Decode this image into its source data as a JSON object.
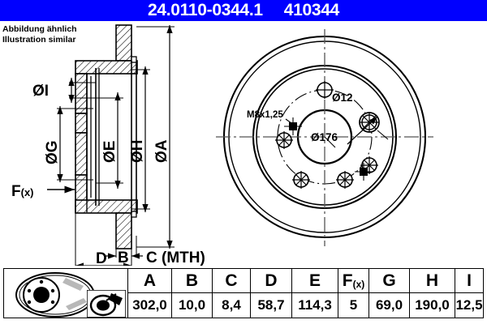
{
  "header": {
    "part_number": "24.0110-0344.1",
    "article_number": "410344",
    "background_color": "#0000FF",
    "text_color": "#FFFFFF"
  },
  "drawing": {
    "note_de": "Abbildung ähnlich",
    "note_en": "Illustration similar",
    "section_view": {
      "name": "cross-section-view",
      "dimension_labels": [
        {
          "id": "I",
          "text": "ØI",
          "orientation": "horizontal"
        },
        {
          "id": "G",
          "text": "ØG",
          "orientation": "vertical"
        },
        {
          "id": "E",
          "text": "ØE",
          "orientation": "vertical"
        },
        {
          "id": "H",
          "text": "ØH",
          "orientation": "vertical"
        },
        {
          "id": "A",
          "text": "ØA",
          "orientation": "vertical"
        },
        {
          "id": "Fx",
          "text": "F(x)",
          "orientation": "horizontal"
        },
        {
          "id": "B",
          "text": "B",
          "orientation": "horizontal"
        },
        {
          "id": "C",
          "text": "C (MTH)",
          "orientation": "horizontal"
        },
        {
          "id": "D",
          "text": "D",
          "orientation": "horizontal"
        }
      ]
    },
    "face_view": {
      "name": "face-view",
      "callouts": [
        {
          "id": "bolt-hole-dia",
          "text": "Ø12"
        },
        {
          "id": "thread-spec",
          "text": "M8x1,25"
        },
        {
          "id": "bolt-circle-dia",
          "text": "Ø176"
        }
      ],
      "bolt_hole_count": 5,
      "thread_hole_count": 2
    }
  },
  "table": {
    "icons": [
      {
        "name": "brake-disc-illustration"
      },
      {
        "name": "disc-thickness-gauge-icon"
      }
    ],
    "columns": [
      {
        "key": "A",
        "header": "A",
        "value": "302,0"
      },
      {
        "key": "B",
        "header": "B",
        "value": "10,0"
      },
      {
        "key": "C",
        "header": "C",
        "value": "8,4"
      },
      {
        "key": "D",
        "header": "D",
        "value": "58,7"
      },
      {
        "key": "E",
        "header": "E",
        "value": "114,3"
      },
      {
        "key": "Fx",
        "header": "F(x)",
        "value": "5"
      },
      {
        "key": "G",
        "header": "G",
        "value": "69,0"
      },
      {
        "key": "H",
        "header": "H",
        "value": "190,0"
      },
      {
        "key": "I",
        "header": "I",
        "value": "12,5"
      }
    ]
  }
}
